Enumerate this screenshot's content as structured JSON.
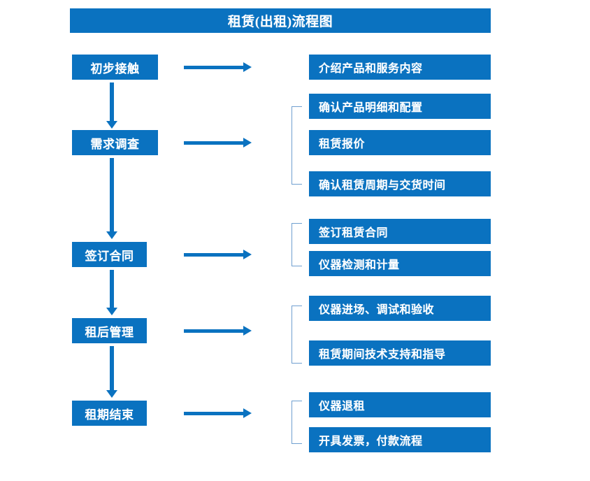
{
  "chart_data": {
    "type": "diagram",
    "title": "租赁(出租)流程图",
    "diagram_kind": "flowchart",
    "orientation": "top-to-bottom with right-side detail branches",
    "accent_color": "#0a72c0",
    "bracket_color": "#6f9fd0",
    "text_color": "#ffffff",
    "background_color": "#ffffff",
    "stages": [
      {
        "label": "初步接触",
        "details": [
          "介绍产品和服务内容"
        ],
        "bracketed": false
      },
      {
        "label": "需求调查",
        "details": [
          "确认产品明细和配置",
          "租赁报价",
          "确认租赁周期与交货时间"
        ],
        "bracketed": true
      },
      {
        "label": "签订合同",
        "details": [
          "签订租赁合同",
          "仪器检测和计量"
        ],
        "bracketed": true
      },
      {
        "label": "租后管理",
        "details": [
          "仪器进场、调试和验收",
          "租赁期间技术支持和指导"
        ],
        "bracketed": true
      },
      {
        "label": "租期结束",
        "details": [
          "仪器退租",
          "开具发票，付款流程"
        ],
        "bracketed": true
      }
    ]
  },
  "title": {
    "text": "租赁(出租)流程图"
  },
  "stages": [
    {
      "label": "初步接触"
    },
    {
      "label": "需求调查"
    },
    {
      "label": "签订合同"
    },
    {
      "label": "租后管理"
    },
    {
      "label": "租期结束"
    }
  ],
  "details": [
    {
      "label": "介绍产品和服务内容"
    },
    {
      "label": "确认产品明细和配置"
    },
    {
      "label": "租赁报价"
    },
    {
      "label": "确认租赁周期与交货时间"
    },
    {
      "label": "签订租赁合同"
    },
    {
      "label": "仪器检测和计量"
    },
    {
      "label": "仪器进场、调试和验收"
    },
    {
      "label": "租赁期间技术支持和指导"
    },
    {
      "label": "仪器退租"
    },
    {
      "label": "开具发票，付款流程"
    }
  ],
  "icons": {
    "flow_arrow_right": "arrow-right-icon",
    "flow_arrow_down": "arrow-down-icon",
    "group_bracket": "bracket-icon"
  }
}
